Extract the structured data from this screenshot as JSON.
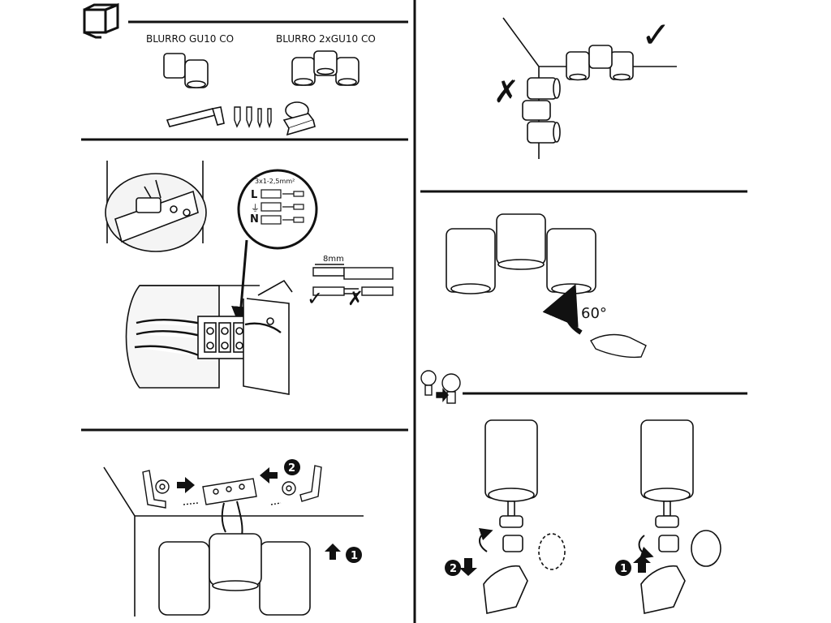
{
  "panels": {
    "contents": {
      "model_single": "BLURRO GU10 CO",
      "model_double": "BLURRO 2xGU10 CO"
    },
    "wiring": {
      "cable_spec": "3x1-2,5mm²",
      "terminal_l": "L",
      "terminal_n": "N",
      "strip_length": "8mm"
    },
    "mounting": {
      "step_1": "1",
      "step_2": "2"
    },
    "orientation": {
      "correct_mark": "✓",
      "wrong_mark": "✗"
    },
    "adjust": {
      "angle": "60°"
    },
    "bulb": {
      "step_1": "1",
      "step_2": "2"
    }
  },
  "colors": {
    "ink": "#111111",
    "paper": "#ffffff",
    "shade": "#e6e6e6"
  }
}
